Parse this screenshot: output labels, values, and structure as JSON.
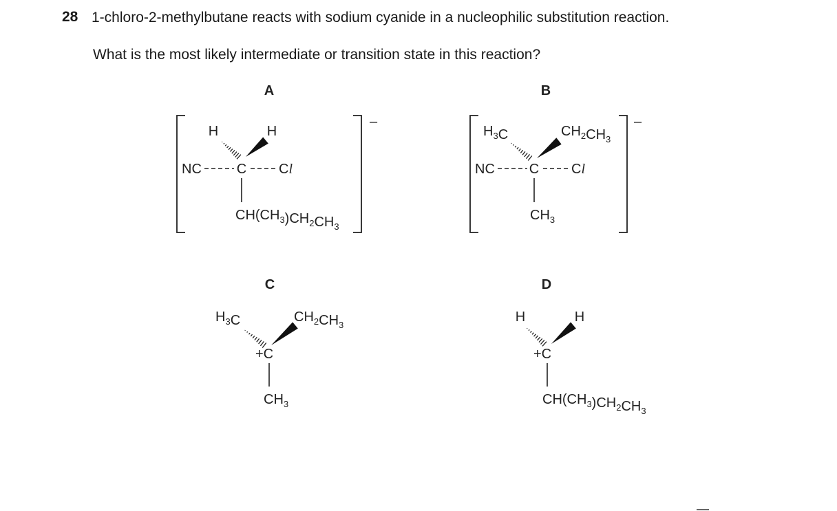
{
  "question": {
    "number": "28",
    "text": "1-chloro-2-methylbutane reacts with sodium cyanide in a nucleophilic substitution reaction.",
    "prompt": "What is the most likely intermediate or transition state in this reaction?"
  },
  "options": {
    "A": {
      "label": "A",
      "charge": "–",
      "wedge_hash_group": "H",
      "wedge_bold_group": "H",
      "nucleophile": "NC",
      "carbon": "C",
      "leaving_group": "Cl",
      "bottom_group": "CH(CH3)CH2CH3"
    },
    "B": {
      "label": "B",
      "charge": "–",
      "wedge_hash_group": "H3C",
      "wedge_bold_group": "CH2CH3",
      "nucleophile": "NC",
      "carbon": "C",
      "leaving_group": "Cl",
      "bottom_group": "CH3"
    },
    "C": {
      "label": "C",
      "wedge_hash_group": "H3C",
      "wedge_bold_group": "CH2CH3",
      "carbon": "+C",
      "bottom_group": "CH3"
    },
    "D": {
      "label": "D",
      "wedge_hash_group": "H",
      "wedge_bold_group": "H",
      "carbon": "+C",
      "bottom_group": "CH(CH3)CH2CH3"
    }
  }
}
